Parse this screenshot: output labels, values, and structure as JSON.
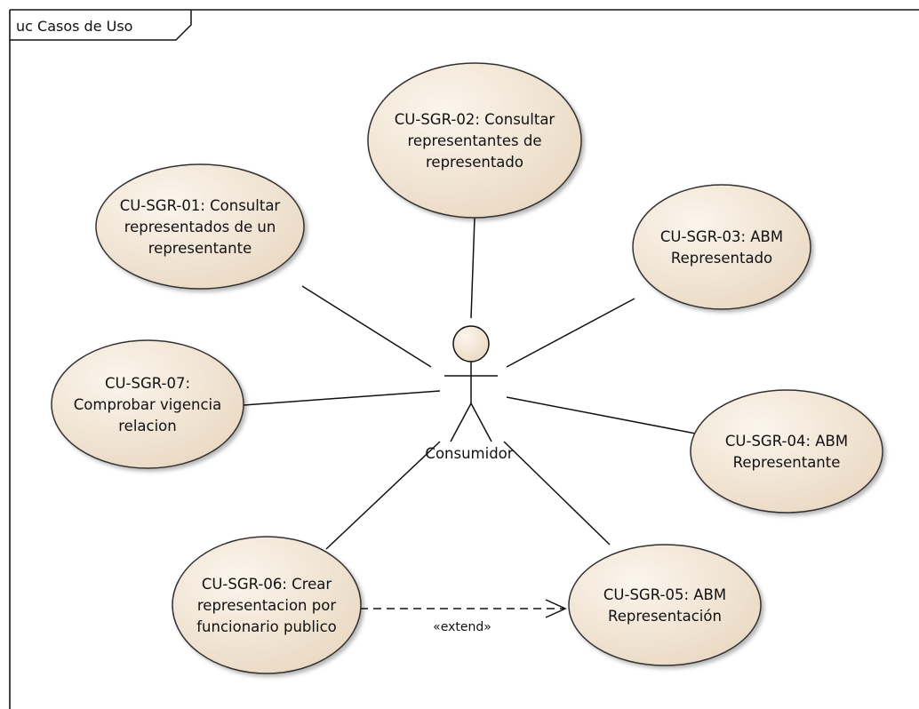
{
  "diagram": {
    "frame_title": "uc Casos de Uso",
    "actor": {
      "name": "Consumidor"
    },
    "use_cases": [
      {
        "id": "uc01",
        "lines": [
          "CU-SGR-01: Consultar",
          "representados de un",
          "representante"
        ]
      },
      {
        "id": "uc02",
        "lines": [
          "CU-SGR-02: Consultar",
          "representantes de",
          "representado"
        ]
      },
      {
        "id": "uc03",
        "lines": [
          "CU-SGR-03: ABM",
          "Representado"
        ]
      },
      {
        "id": "uc04",
        "lines": [
          "CU-SGR-04: ABM",
          "Representante"
        ]
      },
      {
        "id": "uc05",
        "lines": [
          "CU-SGR-05: ABM",
          "Representación"
        ]
      },
      {
        "id": "uc06",
        "lines": [
          "CU-SGR-06: Crear",
          "representacion por",
          "funcionario publico"
        ]
      },
      {
        "id": "uc07",
        "lines": [
          "CU-SGR-07:",
          "Comprobar vigencia",
          "relacion"
        ]
      }
    ],
    "relations": [
      {
        "from": "uc06",
        "to": "uc05",
        "stereotype": "«extend»"
      }
    ],
    "colors": {
      "use_case_fill": "#f1e3cf",
      "use_case_fill_light": "#fbf5ec",
      "use_case_stroke": "#333333",
      "line": "#111111"
    }
  }
}
